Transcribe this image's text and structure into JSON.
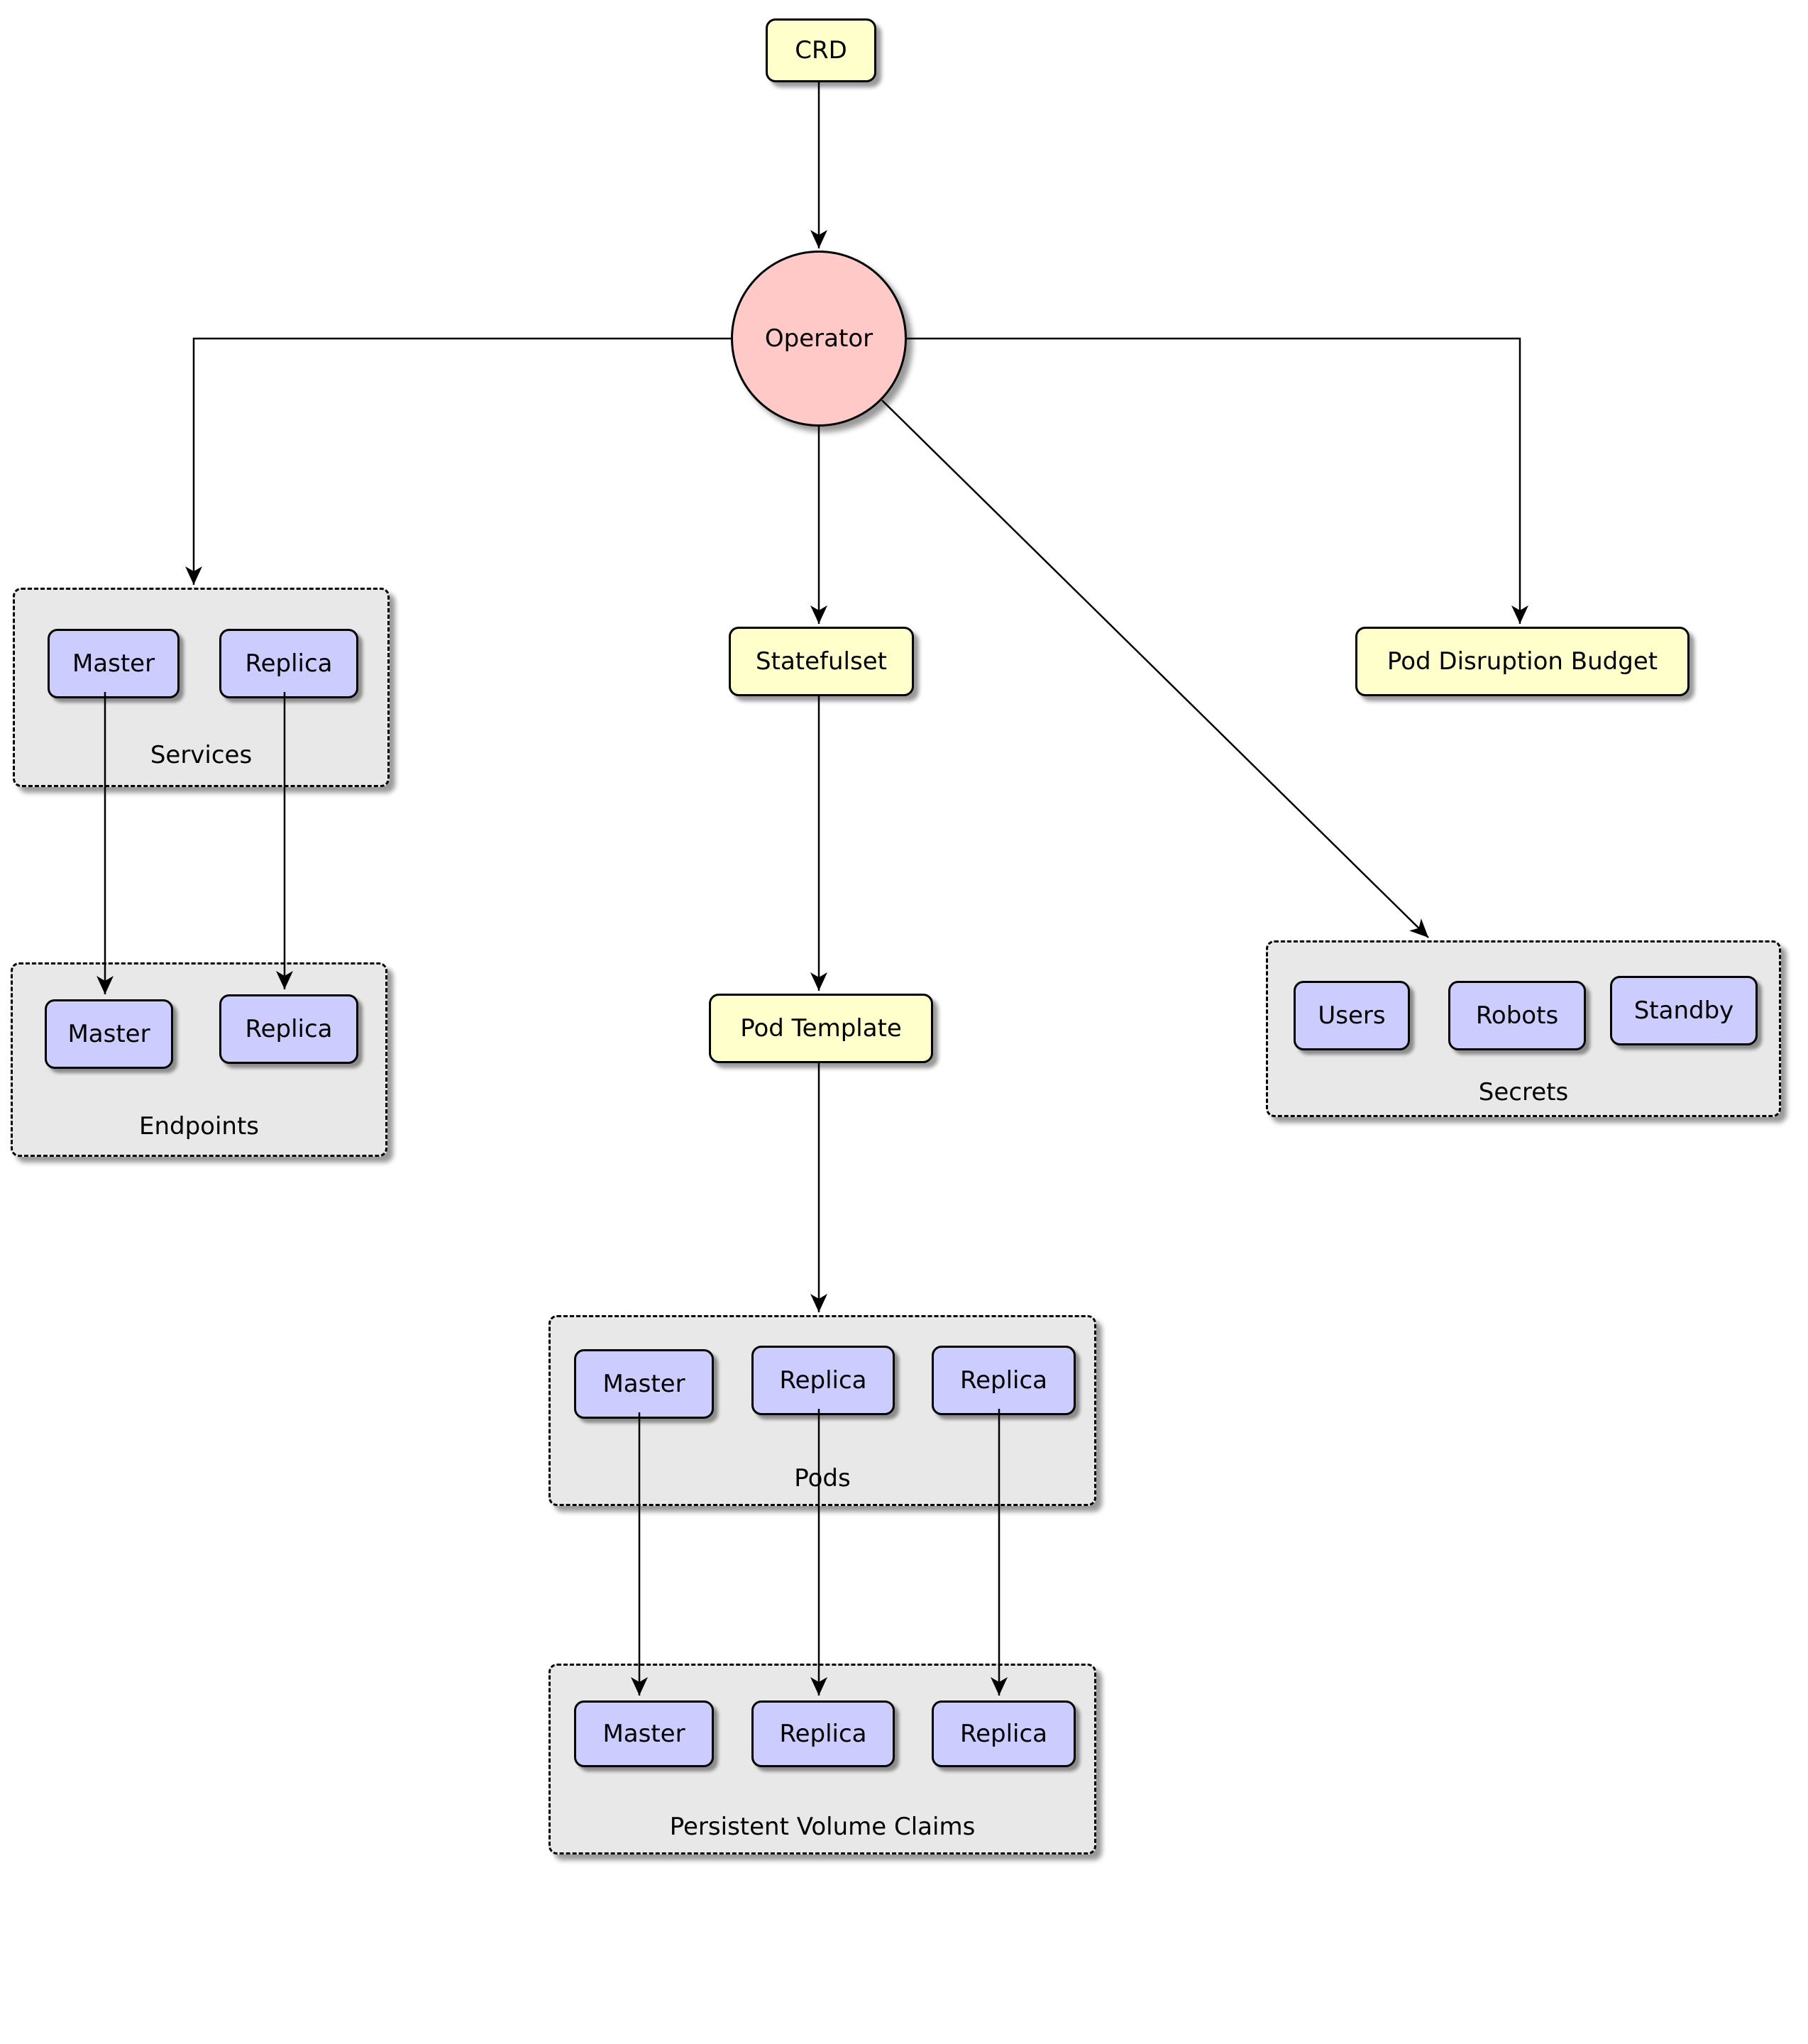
{
  "nodes": {
    "crd": "CRD",
    "operator": "Operator",
    "statefulset": "Statefulset",
    "pod_disruption_budget": "Pod Disruption Budget",
    "pod_template": "Pod Template"
  },
  "groups": {
    "services": {
      "label": "Services",
      "items": [
        "Master",
        "Replica"
      ]
    },
    "endpoints": {
      "label": "Endpoints",
      "items": [
        "Master",
        "Replica"
      ]
    },
    "secrets": {
      "label": "Secrets",
      "items": [
        "Users",
        "Robots",
        "Standby"
      ]
    },
    "pods": {
      "label": "Pods",
      "items": [
        "Master",
        "Replica",
        "Replica"
      ]
    },
    "persistent_volume_claims": {
      "label": "Persistent Volume Claims",
      "items": [
        "Master",
        "Replica",
        "Replica"
      ]
    }
  },
  "edges": [
    {
      "from": "CRD",
      "to": "Operator"
    },
    {
      "from": "Operator",
      "to": "Services"
    },
    {
      "from": "Operator",
      "to": "Statefulset"
    },
    {
      "from": "Operator",
      "to": "Pod Disruption Budget"
    },
    {
      "from": "Operator",
      "to": "Secrets"
    },
    {
      "from": "Services.Master",
      "to": "Endpoints.Master"
    },
    {
      "from": "Services.Replica",
      "to": "Endpoints.Replica"
    },
    {
      "from": "Statefulset",
      "to": "Pod Template"
    },
    {
      "from": "Pod Template",
      "to": "Pods"
    },
    {
      "from": "Pods.Master",
      "to": "Persistent Volume Claims.Master"
    },
    {
      "from": "Pods.Replica1",
      "to": "Persistent Volume Claims.Replica1"
    },
    {
      "from": "Pods.Replica2",
      "to": "Persistent Volume Claims.Replica2"
    }
  ],
  "colors": {
    "node_yellow": "#FFFFCC",
    "node_purple": "#CCCCFF",
    "operator_pink": "#FFC9C8",
    "group_gray": "#E8E8E8",
    "border": "#000000",
    "background": "#FFFFFF"
  }
}
